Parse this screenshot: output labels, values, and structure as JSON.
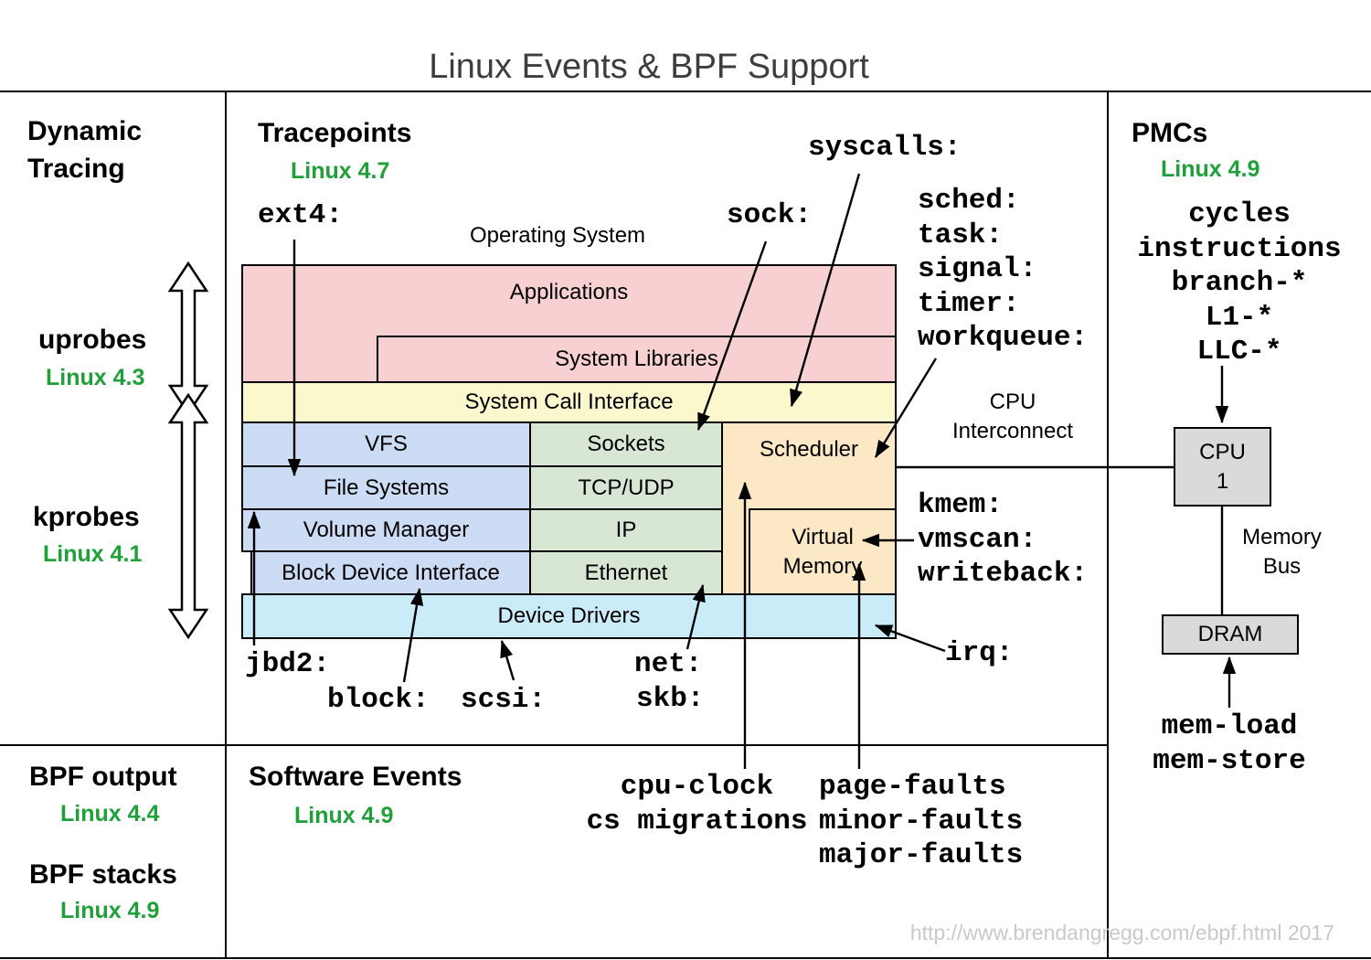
{
  "title": "Linux Events & BPF Support",
  "footer": {
    "url": "http://www.brendangregg.com/ebpf.html 2017"
  },
  "colors": {
    "pink": "#f8d0d2",
    "yellow": "#fbf8cd",
    "blue": "#cddcf5",
    "green": "#d7e7d3",
    "orange": "#fce8c5",
    "cyan": "#c9ecf8",
    "gray": "#dadada",
    "version_green": "#1fa039"
  },
  "dynamic_tracing": {
    "title": "Dynamic Tracing",
    "uprobes": {
      "label": "uprobes",
      "version": "Linux 4.3"
    },
    "kprobes": {
      "label": "kprobes",
      "version": "Linux 4.1"
    }
  },
  "tracepoints": {
    "title": "Tracepoints",
    "version": "Linux 4.7",
    "labels": {
      "ext4": "ext4:",
      "sock": "sock:",
      "syscalls": "syscalls:",
      "sched_group": [
        "sched:",
        "task:",
        "signal:",
        "timer:",
        "workqueue:"
      ],
      "mem_group": [
        "kmem:",
        "vmscan:",
        "writeback:"
      ],
      "jbd2": "jbd2:",
      "block": "block:",
      "scsi": "scsi:",
      "net": "net:",
      "skb": "skb:",
      "irq": "irq:"
    }
  },
  "os": {
    "label": "Operating System",
    "applications": "Applications",
    "system_libraries": "System Libraries",
    "system_call_interface": "System Call Interface",
    "vfs": "VFS",
    "file_systems": "File Systems",
    "volume_manager": "Volume Manager",
    "block_device_interface": "Block Device Interface",
    "sockets": "Sockets",
    "tcp_udp": "TCP/UDP",
    "ip": "IP",
    "ethernet": "Ethernet",
    "scheduler": "Scheduler",
    "virtual_memory": "Virtual Memory",
    "device_drivers": "Device Drivers",
    "cpu_interconnect": "CPU Interconnect"
  },
  "pmcs": {
    "title": "PMCs",
    "version": "Linux 4.9",
    "counters": [
      "cycles",
      "instructions",
      "branch-*",
      "L1-*",
      "LLC-*"
    ],
    "cpu": {
      "name": "CPU",
      "number": "1"
    },
    "memory_bus": "Memory Bus",
    "dram": "DRAM",
    "mem_events": [
      "mem-load",
      "mem-store"
    ]
  },
  "bpf_output": {
    "title": "BPF output",
    "version": "Linux 4.4"
  },
  "bpf_stacks": {
    "title": "BPF stacks",
    "version": "Linux 4.9"
  },
  "software_events": {
    "title": "Software Events",
    "version": "Linux 4.9",
    "cpu_events": [
      "cpu-clock",
      "cs migrations"
    ],
    "fault_events": [
      "page-faults",
      "minor-faults",
      "major-faults"
    ]
  }
}
